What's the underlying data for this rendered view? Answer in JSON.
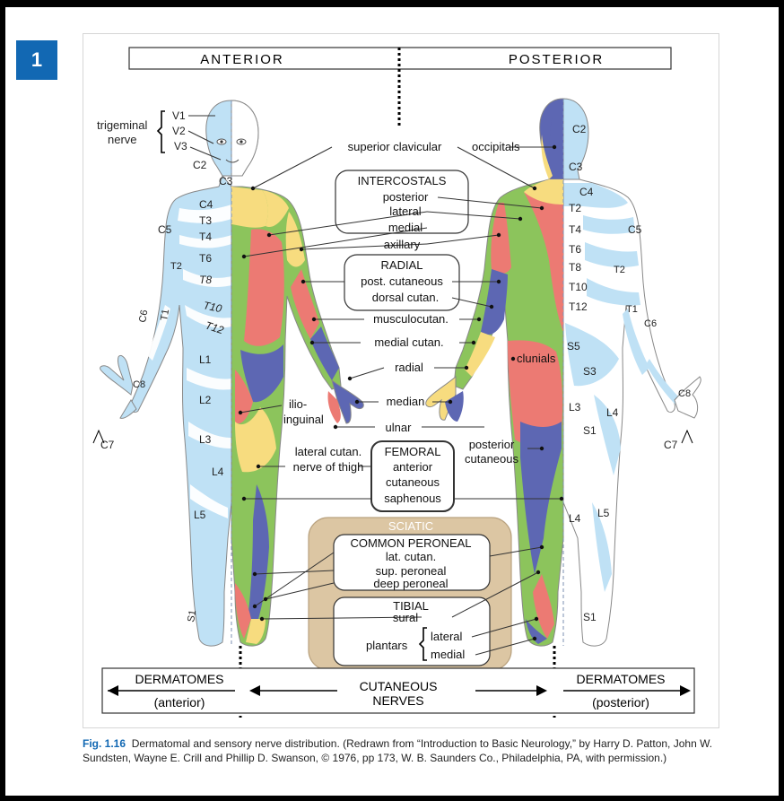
{
  "badge": "1",
  "header": {
    "anterior": "ANTERIOR",
    "posterior": "POSTERIOR"
  },
  "trigeminal": {
    "label_line1": "trigeminal",
    "label_line2": "nerve",
    "v1": "V1",
    "v2": "V2",
    "v3": "V3"
  },
  "dermatomes_anterior": [
    "C2",
    "C3",
    "C4",
    "T3",
    "T4",
    "T6",
    "T8",
    "T10",
    "T12",
    "C5",
    "T2",
    "C6",
    "T1",
    "L1",
    "L2",
    "L3",
    "L4",
    "L5",
    "S1",
    "C8",
    "C7"
  ],
  "dermatomes_posterior": [
    "C2",
    "C3",
    "C4",
    "T2",
    "T4",
    "T6",
    "T8",
    "T10",
    "T12",
    "C5",
    "T2",
    "T1",
    "C6",
    "S5",
    "S3",
    "L3",
    "L4",
    "S1",
    "L4",
    "L5",
    "S1",
    "C8",
    "C7"
  ],
  "nerves": {
    "superior_clavicular": "superior clavicular",
    "occipitals": "occipitals",
    "intercostals": "INTERCOSTALS",
    "posterior": "posterior",
    "lateral": "lateral",
    "medial": "medial",
    "axillary": "axillary",
    "radial_group": "RADIAL",
    "post_cutaneous": "post. cutaneous",
    "dorsal_cutan": "dorsal cutan.",
    "musculocutan": "musculocutan.",
    "medial_cutan": "medial cutan.",
    "radial": "radial",
    "median": "median",
    "ulnar": "ulnar",
    "clunials": "clunials",
    "ilio": "ilio-",
    "inguinal": "inguinal",
    "lateral_cutan_1": "lateral cutan.",
    "lateral_cutan_2": "nerve of thigh",
    "femoral": "FEMORAL",
    "anterior": "anterior",
    "cutaneous": "cutaneous",
    "saphenous": "saphenous",
    "posterior_cut_1": "posterior",
    "posterior_cut_2": "cutaneous",
    "sciatic": "SCIATIC",
    "common_peroneal": "COMMON PERONEAL",
    "lat_cutan": "lat. cutan.",
    "sup_peroneal": "sup. peroneal",
    "deep_peroneal": "deep peroneal",
    "tibial": "TIBIAL",
    "sural": "sural",
    "plantars": "plantars",
    "plantar_lateral": "lateral",
    "plantar_medial": "medial"
  },
  "footer": {
    "dermatomes_left": "DERMATOMES",
    "anterior_paren": "(anterior)",
    "cutaneous": "CUTANEOUS",
    "nerves": "NERVES",
    "dermatomes_right": "DERMATOMES",
    "posterior_paren": "(posterior)"
  },
  "caption": {
    "figno": "Fig. 1.16",
    "text": "Dermatomal and sensory nerve distribution. (Redrawn from “Introduction to Basic Neurology,” by Harry D. Patton, John W. Sundsten, Wayne E. Crill and Phillip D. Swanson, © 1976, pp 173, W. B. Saunders Co., Philadelphia, PA, with permission.)"
  },
  "colors": {
    "badge": "#1268b3",
    "dermatome_blue": "#bfe1f5",
    "yellow": "#f7dc7f",
    "green": "#8cc45c",
    "red": "#ec7a73",
    "purple": "#5d67b3",
    "sciatic_box": "#dcc6a3"
  }
}
